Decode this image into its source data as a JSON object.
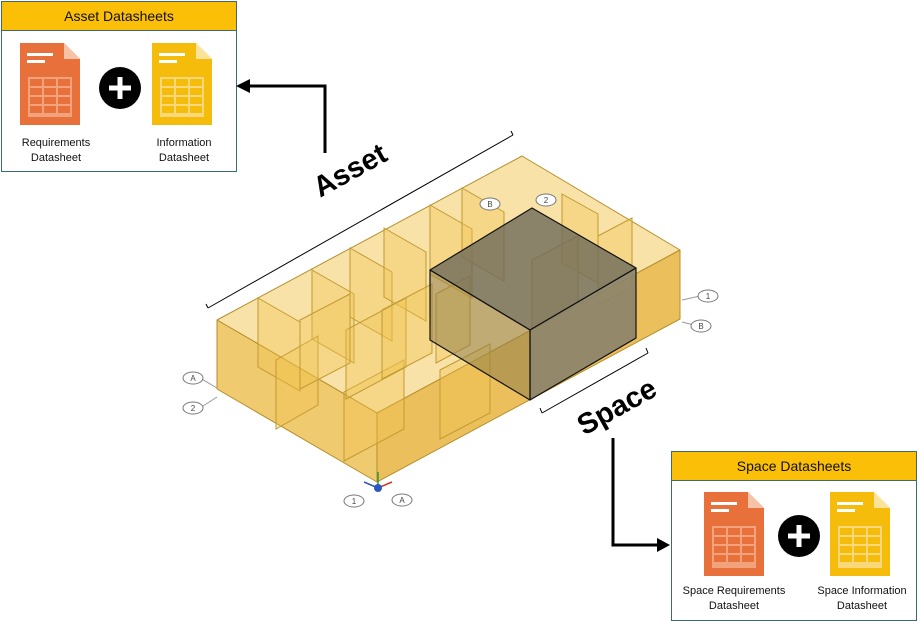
{
  "colors": {
    "header_fill": "#fcbf08",
    "panel_border": "#3d6a6c",
    "requirements_doc": "#e8703a",
    "information_doc": "#f5bc0c",
    "building_fill": "#efc35a",
    "space_fill": "#6e6a5a"
  },
  "asset_panel": {
    "title": "Asset Datasheets",
    "doc1_icon": "spreadsheet-icon",
    "doc1_label": "Requirements\nDatasheet",
    "plus_icon": "plus-circle-icon",
    "doc2_icon": "spreadsheet-icon",
    "doc2_label": "Information\nDatasheet"
  },
  "space_panel": {
    "title": "Space Datasheets",
    "doc1_icon": "spreadsheet-icon",
    "doc1_label": "Space Requirements\nDatasheet",
    "plus_icon": "plus-circle-icon",
    "doc2_icon": "spreadsheet-icon",
    "doc2_label": "Space Information\nDatasheet"
  },
  "model": {
    "asset_label": "Asset",
    "space_label": "Space",
    "grid_tags": [
      "A",
      "2",
      "1",
      "A",
      "B",
      "2",
      "1",
      "B"
    ]
  }
}
